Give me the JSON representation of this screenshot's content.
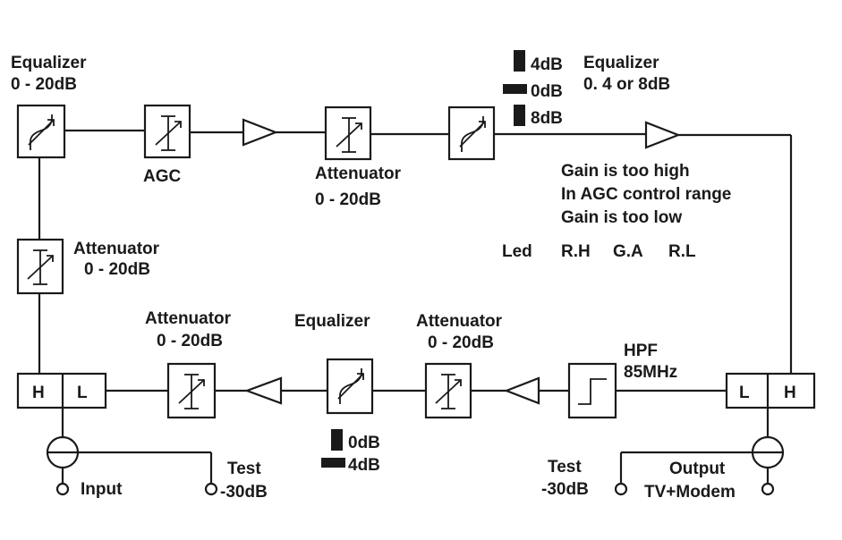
{
  "top_equalizer": {
    "name": "Equalizer",
    "range": "0 - 20dB"
  },
  "agc_label": "AGC",
  "top_attenuator": {
    "name": "Attenuator",
    "range": "0 - 20dB"
  },
  "switch_top": {
    "opt1": "4dB",
    "opt2": "0dB",
    "opt3": "8dB"
  },
  "right_equalizer": {
    "name": "Equalizer",
    "range": "0. 4 or 8dB"
  },
  "status": {
    "line1": "Gain is too high",
    "line2": "In AGC control range",
    "line3": "Gain is too low"
  },
  "led_row": {
    "led": "Led",
    "rh": "R.H",
    "ga": "G.A",
    "rl": "R.L"
  },
  "left_attenuator": {
    "name": "Attenuator",
    "range": "0 - 20dB"
  },
  "bottom_attenuator_left": {
    "name": "Attenuator",
    "range": "0 - 20dB"
  },
  "bottom_equalizer": {
    "name": "Equalizer"
  },
  "bottom_attenuator_right": {
    "name": "Attenuator",
    "range": "0 - 20dB"
  },
  "hpf": {
    "name": "HPF",
    "freq": "85MHz"
  },
  "diplexer_left": {
    "h": "H",
    "l": "L"
  },
  "diplexer_right": {
    "l": "L",
    "h": "H"
  },
  "switch_bottom": {
    "opt1": "0dB",
    "opt2": "4dB"
  },
  "ports": {
    "input": "Input",
    "test_left_line1": "Test",
    "test_left_line2": "-30dB",
    "test_right_line1": "Test",
    "test_right_line2": "-30dB",
    "output_line1": "Output",
    "output_line2": "TV+Modem"
  }
}
